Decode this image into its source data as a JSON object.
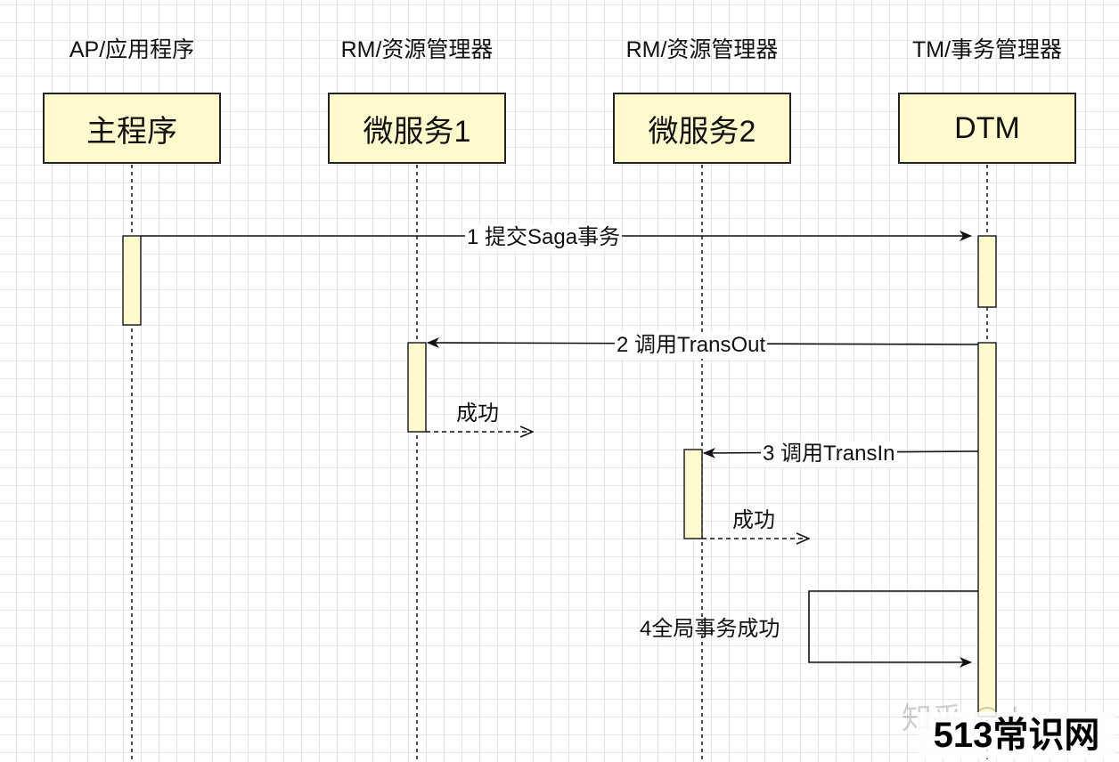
{
  "participants": [
    {
      "role": "AP/应用程序",
      "name": "主程序"
    },
    {
      "role": "RM/资源管理器",
      "name": "微服务1"
    },
    {
      "role": "RM/资源管理器",
      "name": "微服务2"
    },
    {
      "role": "TM/事务管理器",
      "name": "DTM"
    }
  ],
  "messages": [
    {
      "label": "1 提交Saga事务",
      "from": "主程序",
      "to": "DTM",
      "style": "solid"
    },
    {
      "label": "2 调用TransOut",
      "from": "DTM",
      "to": "微服务1",
      "style": "solid"
    },
    {
      "label": "成功",
      "from": "微服务1",
      "style": "dashed-return"
    },
    {
      "label": "3 调用TransIn",
      "from": "DTM",
      "to": "微服务2",
      "style": "solid"
    },
    {
      "label": "成功",
      "from": "微服务2",
      "style": "dashed-return"
    },
    {
      "label": "4全局事务成功",
      "from": "DTM",
      "to": "DTM",
      "style": "self"
    }
  ],
  "watermark": "知乎 @dong",
  "logo": "513常识网",
  "colors": {
    "box_fill": "#fffacd",
    "line": "#111111",
    "grid": "#e4e4e4"
  }
}
